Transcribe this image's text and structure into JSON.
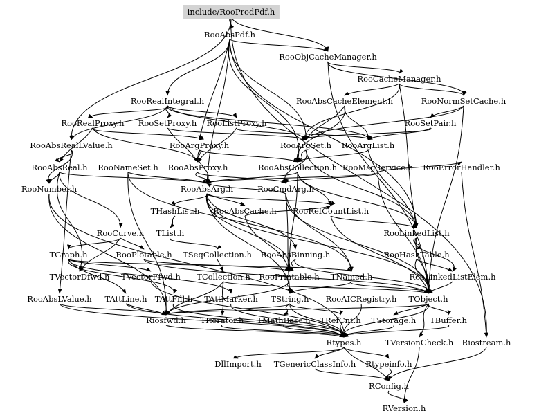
{
  "diagram": {
    "root": "include/RooProdPdf.h",
    "nodes": [
      "include/RooProdPdf.h",
      "RooAbsPdf.h",
      "RooObjCacheManager.h",
      "RooCacheManager.h",
      "RooRealIntegral.h",
      "RooAbsCacheElement.h",
      "RooNormSetCache.h",
      "RooRealProxy.h",
      "RooSetProxy.h",
      "RooListProxy.h",
      "RooSetPair.h",
      "RooAbsRealLValue.h",
      "RooArgProxy.h",
      "RooArgSet.h",
      "RooArgList.h",
      "RooAbsReal.h",
      "RooNameSet.h",
      "RooAbsProxy.h",
      "RooAbsCollection.h",
      "RooMsgService.h",
      "RooErrorHandler.h",
      "RooNumber.h",
      "RooAbsArg.h",
      "RooCmdArg.h",
      "THashList.h",
      "RooAbsCache.h",
      "RooRefCountList.h",
      "RooCurve.h",
      "TList.h",
      "RooLinkedList.h",
      "TGraph.h",
      "RooPlotable.h",
      "TSeqCollection.h",
      "RooAbsBinning.h",
      "RooHashTable.h",
      "TVectorDfwd.h",
      "TVectorFfwd.h",
      "TCollection.h",
      "RooPrintable.h",
      "TNamed.h",
      "RooLinkedListElem.h",
      "RooAbsLValue.h",
      "TAttLine.h",
      "TAttFill.h",
      "TAttMarker.h",
      "TString.h",
      "RooAICRegistry.h",
      "TObject.h",
      "Riosfwd.h",
      "TIterator.h",
      "TMathBase.h",
      "TRefCnt.h",
      "TStorage.h",
      "TBuffer.h",
      "Rtypes.h",
      "TVersionCheck.h",
      "Riostream.h",
      "DllImport.h",
      "TGenericClassInfo.h",
      "Rtypeinfo.h",
      "RConfig.h",
      "RVersion.h"
    ]
  }
}
